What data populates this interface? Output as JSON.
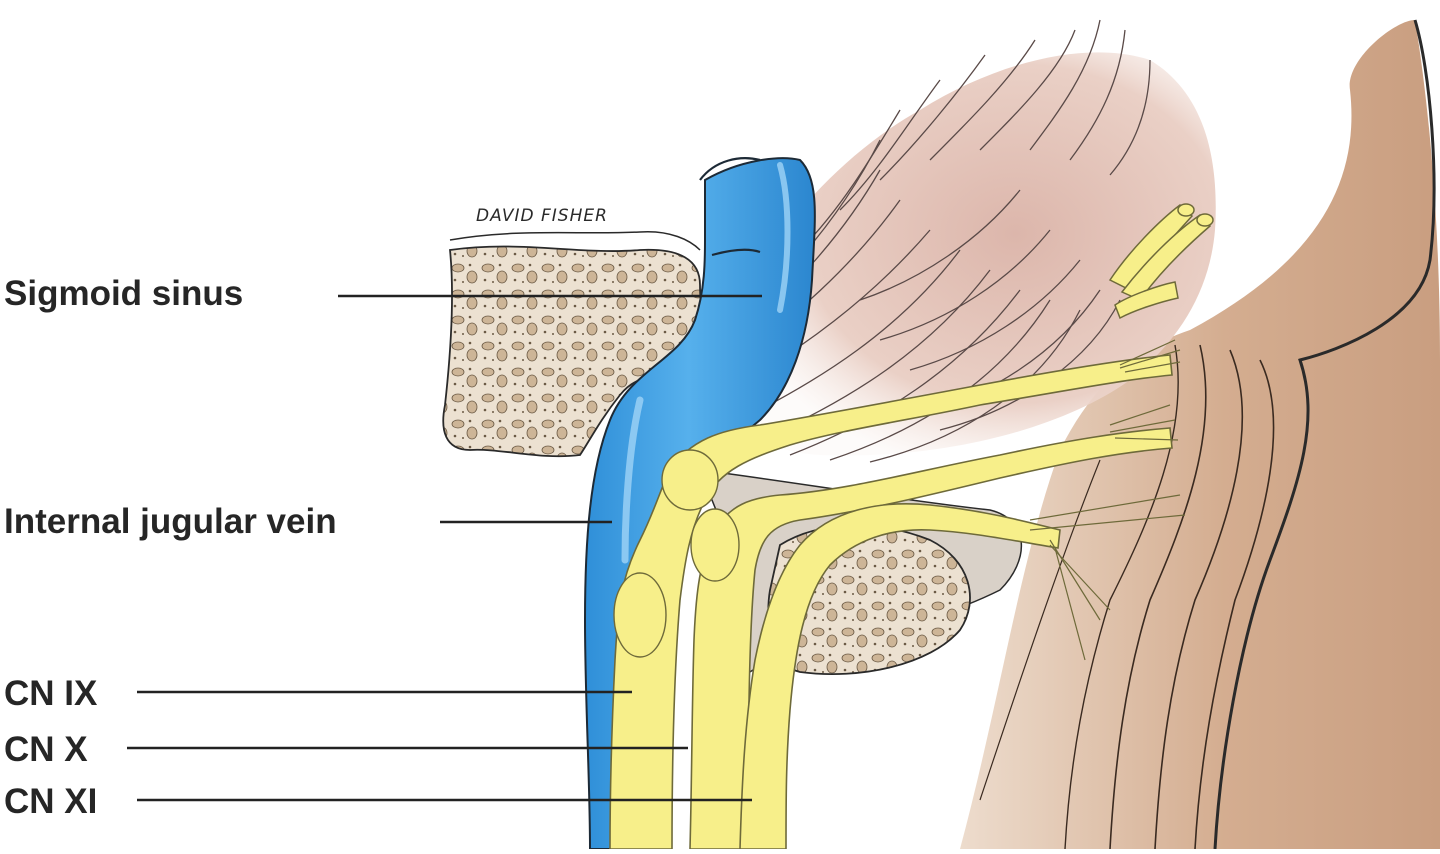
{
  "labels": {
    "sigmoid_sinus": "Sigmoid sinus",
    "internal_jugular_vein": "Internal jugular vein",
    "cn_ix": "CN IX",
    "cn_x": "CN X",
    "cn_xi": "CN XI"
  },
  "signature": "DAVID FISHER",
  "colors": {
    "vein": "#3d9ce0",
    "vein_highlight": "#8fcdf5",
    "nerve": "#f7ef8a",
    "nerve_outline": "#6e6a3a",
    "bone": "#e9dcc9",
    "bone_pore": "#cdb79a",
    "cerebellum": "#e7c7bd",
    "brainstem": "#d8b49a",
    "dura": "#d7cfc6",
    "leader_line": "#222222"
  }
}
